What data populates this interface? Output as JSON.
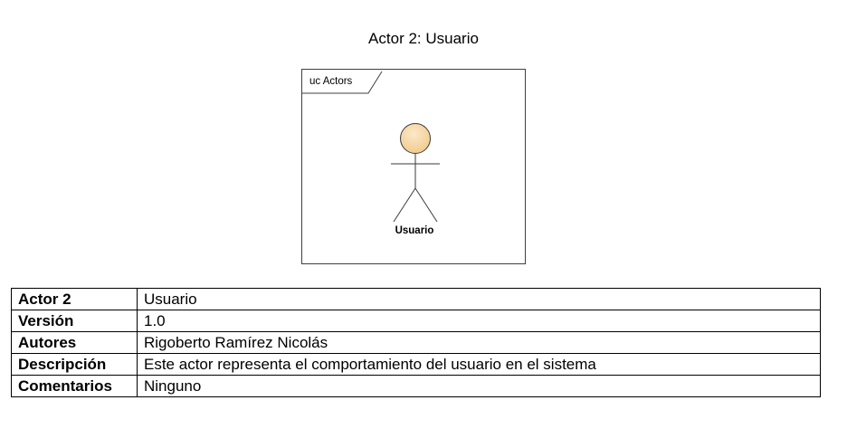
{
  "caption": "Actor 2: Usuario",
  "diagram": {
    "frame_label": "uc Actors",
    "actor_name": "Usuario",
    "actor_fill": "#f2cc8f",
    "actor_fill_light": "#fbe8c8"
  },
  "table": {
    "rows": [
      {
        "key": "Actor 2",
        "value": "Usuario"
      },
      {
        "key": "Versión",
        "value": "1.0"
      },
      {
        "key": "Autores",
        "value": "Rigoberto Ramírez Nicolás"
      },
      {
        "key": "Descripción",
        "value": "Este actor representa el comportamiento del usuario en el sistema"
      },
      {
        "key": "Comentarios",
        "value": "Ninguno"
      }
    ]
  }
}
